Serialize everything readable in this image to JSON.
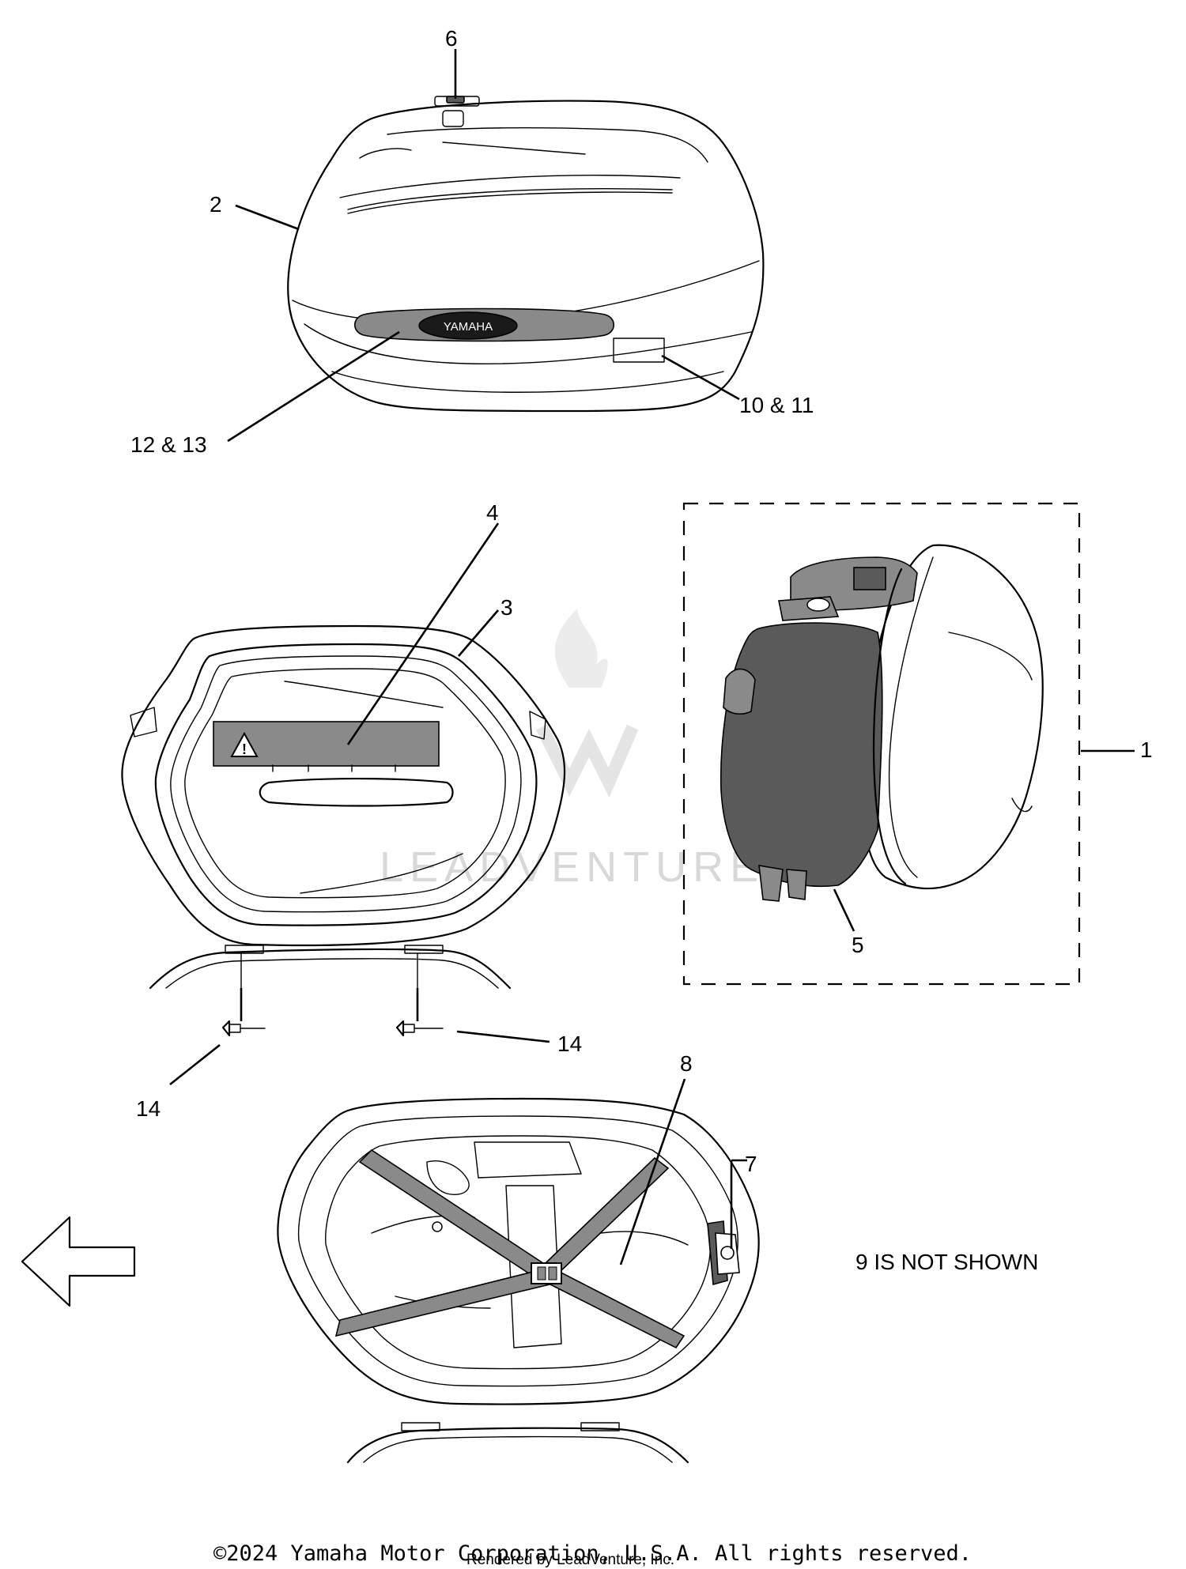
{
  "callouts": {
    "c1": "1",
    "c2": "2",
    "c3": "3",
    "c4": "4",
    "c5": "5",
    "c6": "6",
    "c7": "7",
    "c8": "8",
    "c10_11": "10 & 11",
    "c12_13": "12 & 13",
    "c14_left": "14",
    "c14_right": "14"
  },
  "badge_text": "YAMAHA",
  "note": "9 IS NOT SHOWN",
  "watermark": "LEADVENTURE",
  "footer": {
    "copyright": "©2024 Yamaha Motor Corporation, U.S.A. All rights reserved.",
    "rendered_by": "Rendered by LeadVenture, Inc."
  },
  "icons": {
    "direction": "left-arrow-icon",
    "warning": "warning-triangle-icon"
  }
}
